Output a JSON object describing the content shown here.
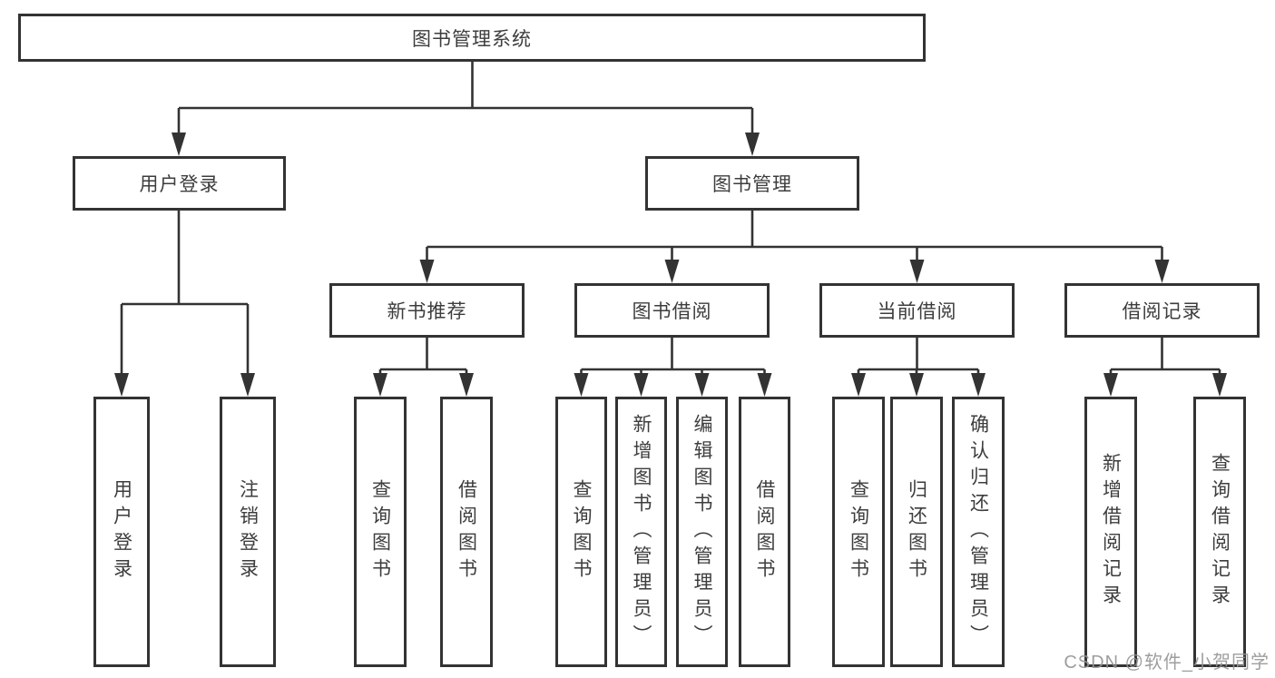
{
  "diagram": {
    "root": {
      "label": "图书管理系统"
    },
    "level2": [
      {
        "label": "用户登录"
      },
      {
        "label": "图书管理"
      }
    ],
    "level3": [
      {
        "label": "新书推荐"
      },
      {
        "label": "图书借阅"
      },
      {
        "label": "当前借阅"
      },
      {
        "label": "借阅记录"
      }
    ],
    "leaves": {
      "user_login": [
        {
          "label": "用户登录"
        },
        {
          "label": "注销登录"
        }
      ],
      "new_book": [
        {
          "label": "查询图书"
        },
        {
          "label": "借阅图书"
        }
      ],
      "book_borrow": [
        {
          "label": "查询图书"
        },
        {
          "label": "新增图书（管理员）"
        },
        {
          "label": "编辑图书（管理员）"
        },
        {
          "label": "借阅图书"
        }
      ],
      "current_borrow": [
        {
          "label": "查询图书"
        },
        {
          "label": "归还图书"
        },
        {
          "label": "确认归还（管理员）"
        }
      ],
      "borrow_records": [
        {
          "label": "新增借阅记录"
        },
        {
          "label": "查询借阅记录"
        }
      ]
    }
  },
  "watermark": {
    "text": "CSDN @软件_小贺同学"
  },
  "colors": {
    "line": "#333333",
    "text": "#3d3d3d",
    "box_background": "#ffffff",
    "watermark": "#949494"
  }
}
